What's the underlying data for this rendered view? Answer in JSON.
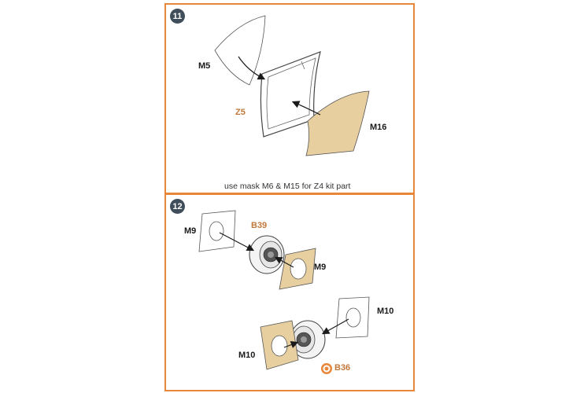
{
  "step11": {
    "number": "11",
    "labels": {
      "mask_top": "M5",
      "kit_part": "Z5",
      "mask_side": "M16"
    },
    "note": "use mask M6 & M15 for Z4 kit part"
  },
  "step12": {
    "number": "12",
    "labels": {
      "wheel1_outer_mask": "M9",
      "wheel1_kit_part": "B39",
      "wheel1_inner_mask": "M9",
      "wheel2_outer_mask": "M10",
      "wheel2_inner_mask": "M10",
      "wheel2_kit_part": "B36"
    }
  },
  "colors": {
    "frame": "#e8873a",
    "mask_fill": "#e8cfa0",
    "badge": "#3f4e5a",
    "kit_label": "#c2773a"
  },
  "icons": {
    "kit_part_marker": "photo-etch-marker-icon"
  }
}
